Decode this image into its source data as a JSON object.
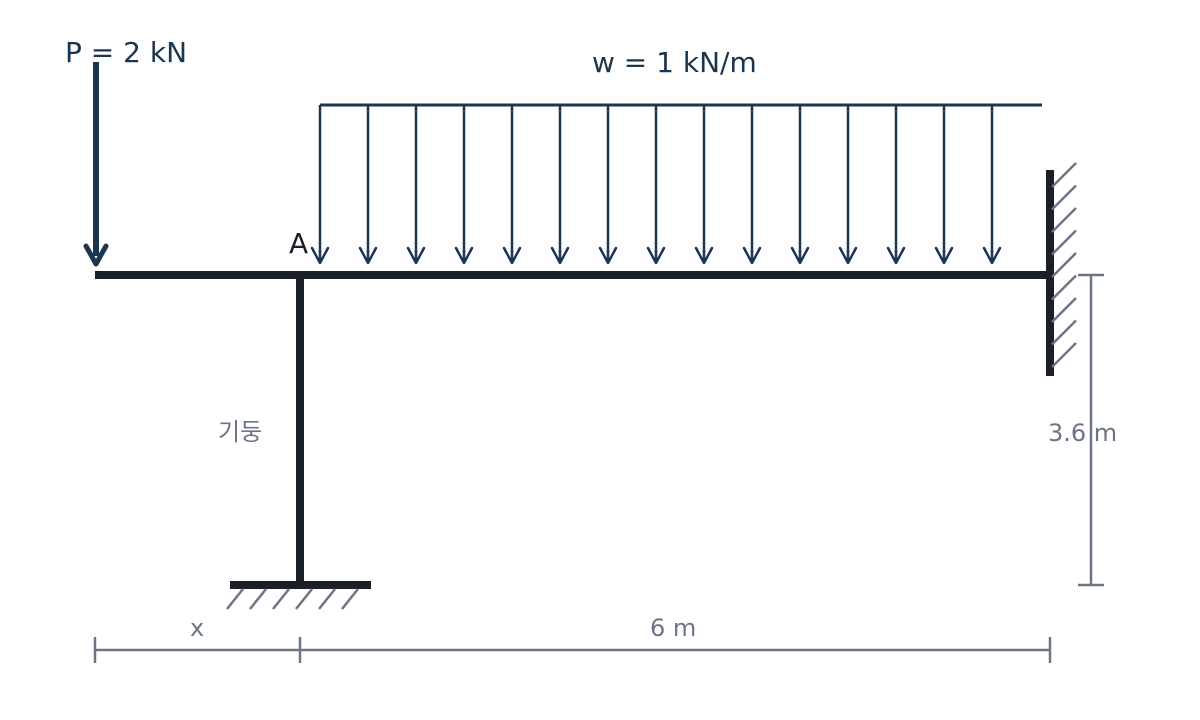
{
  "labels": {
    "point_load": "P = 2 kN",
    "distributed_load": "w = 1 kN/m",
    "point_a": "A",
    "column": "기둥",
    "height": "3.6 m",
    "span_left": "x",
    "span_right": "6 m"
  },
  "colors": {
    "structure": "#1b1f27",
    "load": "#1a3550",
    "dimension": "#6b7585"
  },
  "distributed_load_arrows": 15
}
